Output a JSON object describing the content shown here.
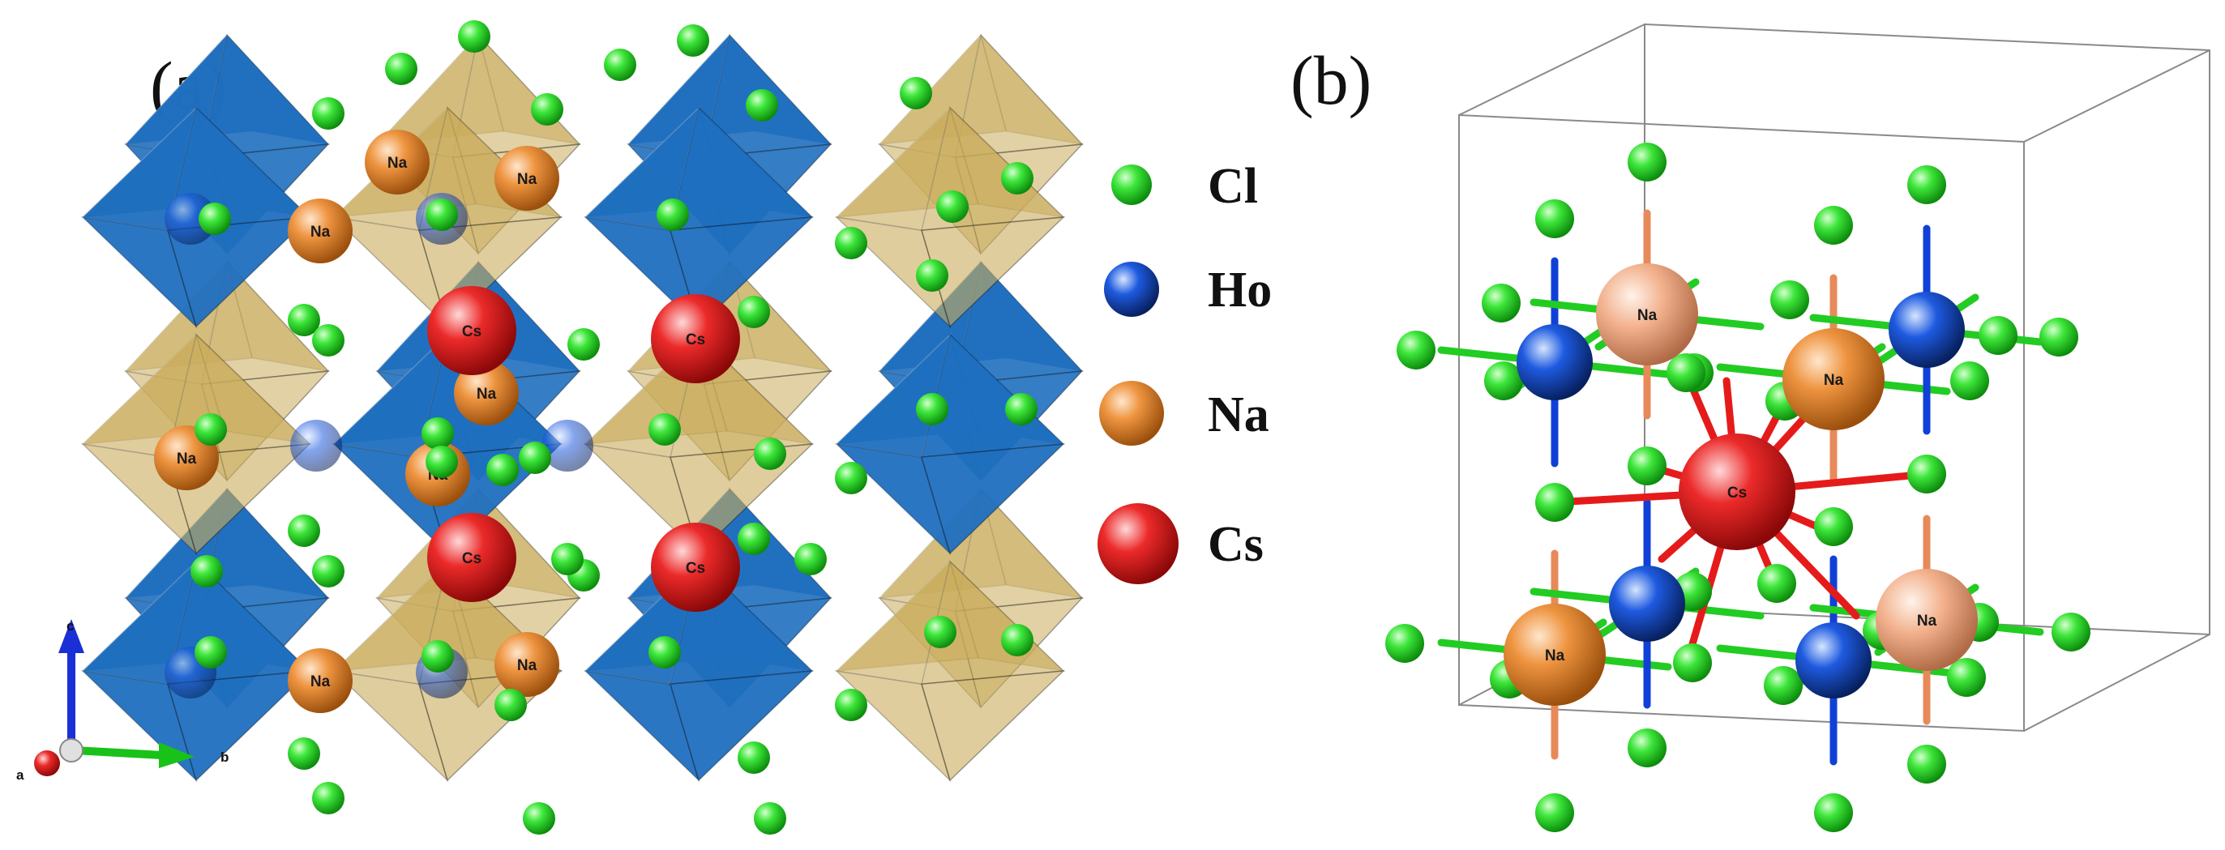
{
  "panels": [
    {
      "label": "(a)"
    },
    {
      "label": "(b)"
    }
  ],
  "legend": [
    {
      "symbol": "Cl",
      "color": "#1bd61b"
    },
    {
      "symbol": "Ho",
      "color": "#1447c8"
    },
    {
      "symbol": "Na",
      "color": "#e8872c"
    },
    {
      "symbol": "Cs",
      "color": "#e41f1f"
    }
  ],
  "atom_labels": {
    "na": "Na",
    "cs": "Cs"
  },
  "axes": {
    "a": "a",
    "b": "b",
    "c": "c"
  },
  "colors": {
    "ho_octahedron": "#1f6fbf",
    "na_octahedron": "#c9ac5b",
    "cs_bond": "#e51b1b",
    "cell_edge": "#7a7a7a"
  }
}
